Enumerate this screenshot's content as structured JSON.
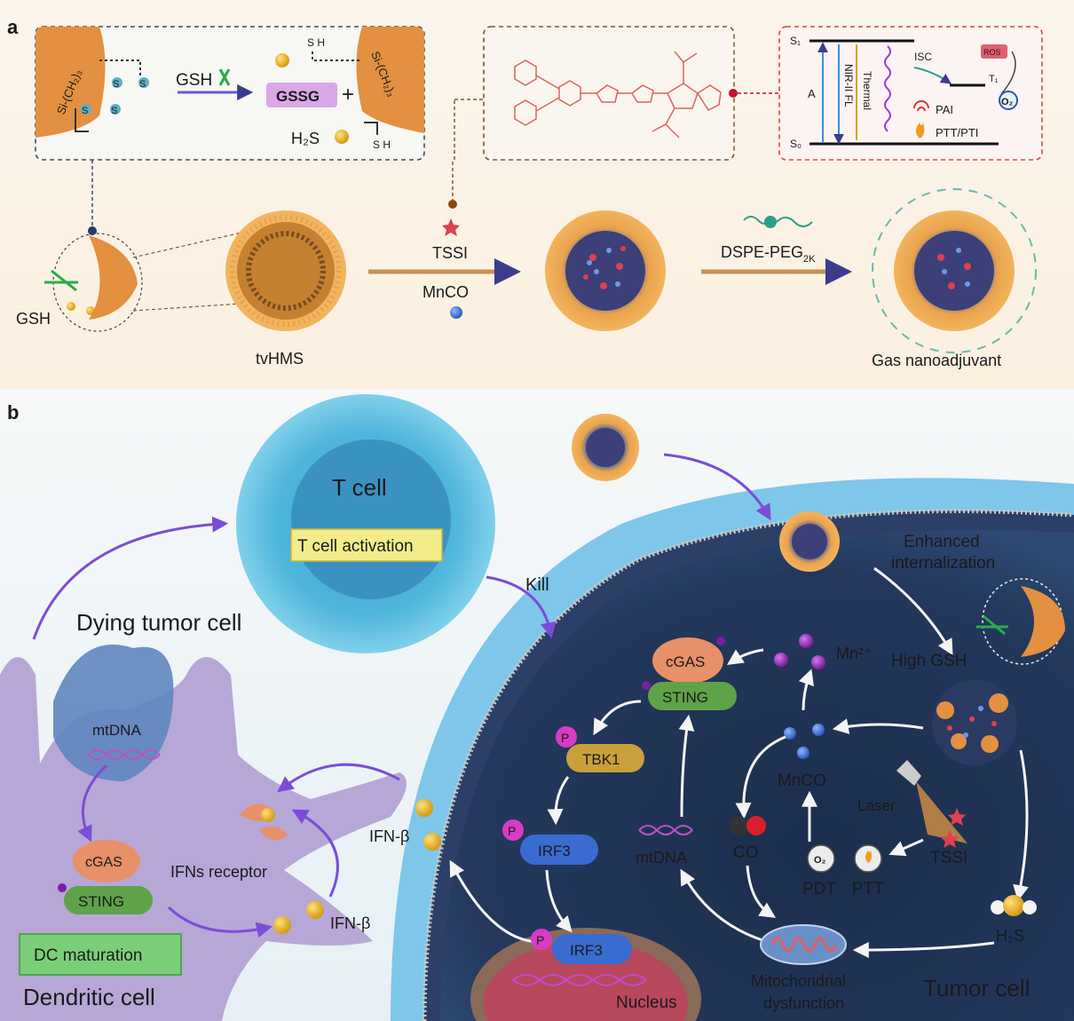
{
  "panel_a": {
    "label": "a",
    "left_box": {
      "left_surface": "Si-(CH₂)₃",
      "right_surface": "Si-(CH₂)₃",
      "s_atom": "S",
      "sh_label": "S H",
      "reagent": "GSH",
      "product1": "GSSG",
      "plus": "+",
      "product2": "H₂S"
    },
    "energy_box": {
      "s1": "S₁",
      "s0": "S₀",
      "t1": "T₁",
      "absorption": "A",
      "nir_fl": "NIR-II FL",
      "thermal": "Thermal",
      "isc": "ISC",
      "ros": "ROS",
      "o2": "O₂",
      "pai": "PAI",
      "ptt": "PTT/PTI"
    },
    "zoom_gsh": "GSH",
    "carrier": "tvHMS",
    "step1_top": "TSSI",
    "step1_bottom": "MnCO",
    "step2_top": "DSPE-PEG",
    "step2_sub": "2K",
    "product": "Gas nanoadjuvant"
  },
  "panel_b": {
    "label": "b",
    "t_cell": "T cell",
    "t_activation": "T cell activation",
    "kill": "Kill",
    "dying": "Dying tumor cell",
    "mtdna_left": "mtDNA",
    "cgas_left": "cGAS",
    "sting_left": "STING",
    "dc_maturation": "DC maturation",
    "dendritic": "Dendritic cell",
    "ifn_receptor": "IFNs receptor",
    "ifn_beta_1": "IFN-β",
    "ifn_beta_2": "IFN-β",
    "enhanced": "Enhanced",
    "internalization": "internalization",
    "high_gsh": "High GSH",
    "mn2": "Mn²⁺",
    "cgas_right": "cGAS",
    "sting_right": "STING",
    "p": "P",
    "tbk1": "TBK1",
    "irf3": "IRF3",
    "irf3_nuc": "IRF3",
    "nucleus": "Nucleus",
    "mtdna_right": "mtDNA",
    "mnco": "MnCO",
    "co": "CO",
    "laser": "Laser",
    "tssi": "TSSI",
    "pdt": "PDT",
    "ptt": "PTT",
    "o2": "O₂",
    "h2s": "H₂S",
    "mito1": "Mitochondrial",
    "mito2": "dysfunction",
    "tumor": "Tumor cell"
  }
}
